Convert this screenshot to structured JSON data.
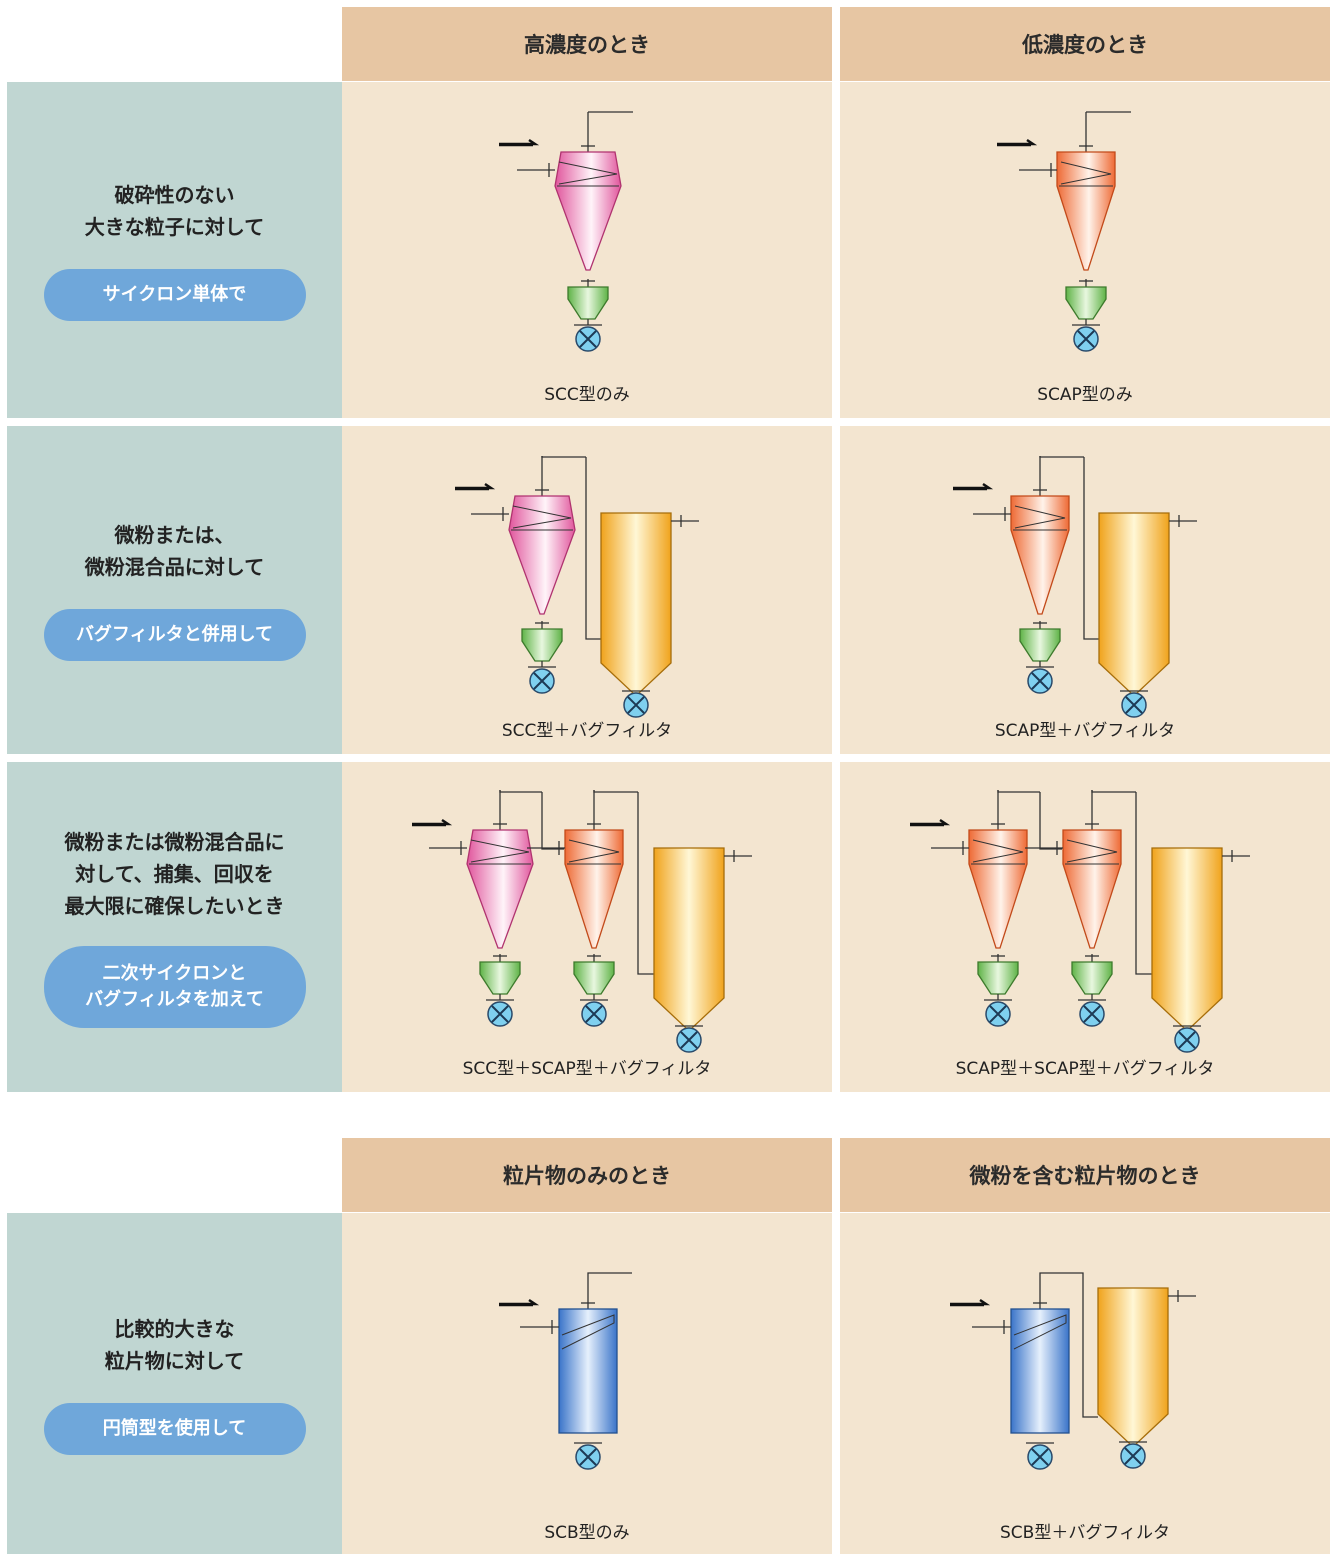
{
  "table1": {
    "columns": [
      "高濃度のとき",
      "低濃度のとき"
    ],
    "rows": [
      {
        "description": "破砕性のない\n大きな粒子に対して",
        "method": "サイクロン単体で",
        "captions": [
          "SCC型のみ",
          "SCAP型のみ"
        ]
      },
      {
        "description": "微粉または、\n微粉混合品に対して",
        "method": "バグフィルタと併用して",
        "captions": [
          "SCC型＋バグフィルタ",
          "SCAP型＋バグフィルタ"
        ]
      },
      {
        "description": "微粉または微粉混合品に\n対して、捕集、回収を\n最大限に確保したいとき",
        "method": "二次サイクロンと\nバグフィルタを加えて",
        "captions": [
          "SCC型＋SCAP型＋バグフィルタ",
          "SCAP型＋SCAP型＋バグフィルタ"
        ]
      }
    ]
  },
  "table2": {
    "columns": [
      "粒片物のみのとき",
      "微粉を含む粒片物のとき"
    ],
    "rows": [
      {
        "description": "比較的大きな\n粒片物に対して",
        "method": "円筒型を使用して",
        "captions": [
          "SCB型のみ",
          "SCB型＋バグフィルタ"
        ]
      }
    ]
  },
  "colors": {
    "header_bg": "#e7c6a3",
    "left_bg": "#c0d6d2",
    "cell_bg": "#f3e5d0",
    "pill_bg": "#6fa7da",
    "scc_pink": "#e0559c",
    "scap_orange": "#ee7540",
    "bag_filter_yellow": "#f2b12a",
    "hopper_green": "#6fbf54",
    "valve_blue": "#7fd0ef",
    "scb_blue": "#3f7fd0"
  }
}
